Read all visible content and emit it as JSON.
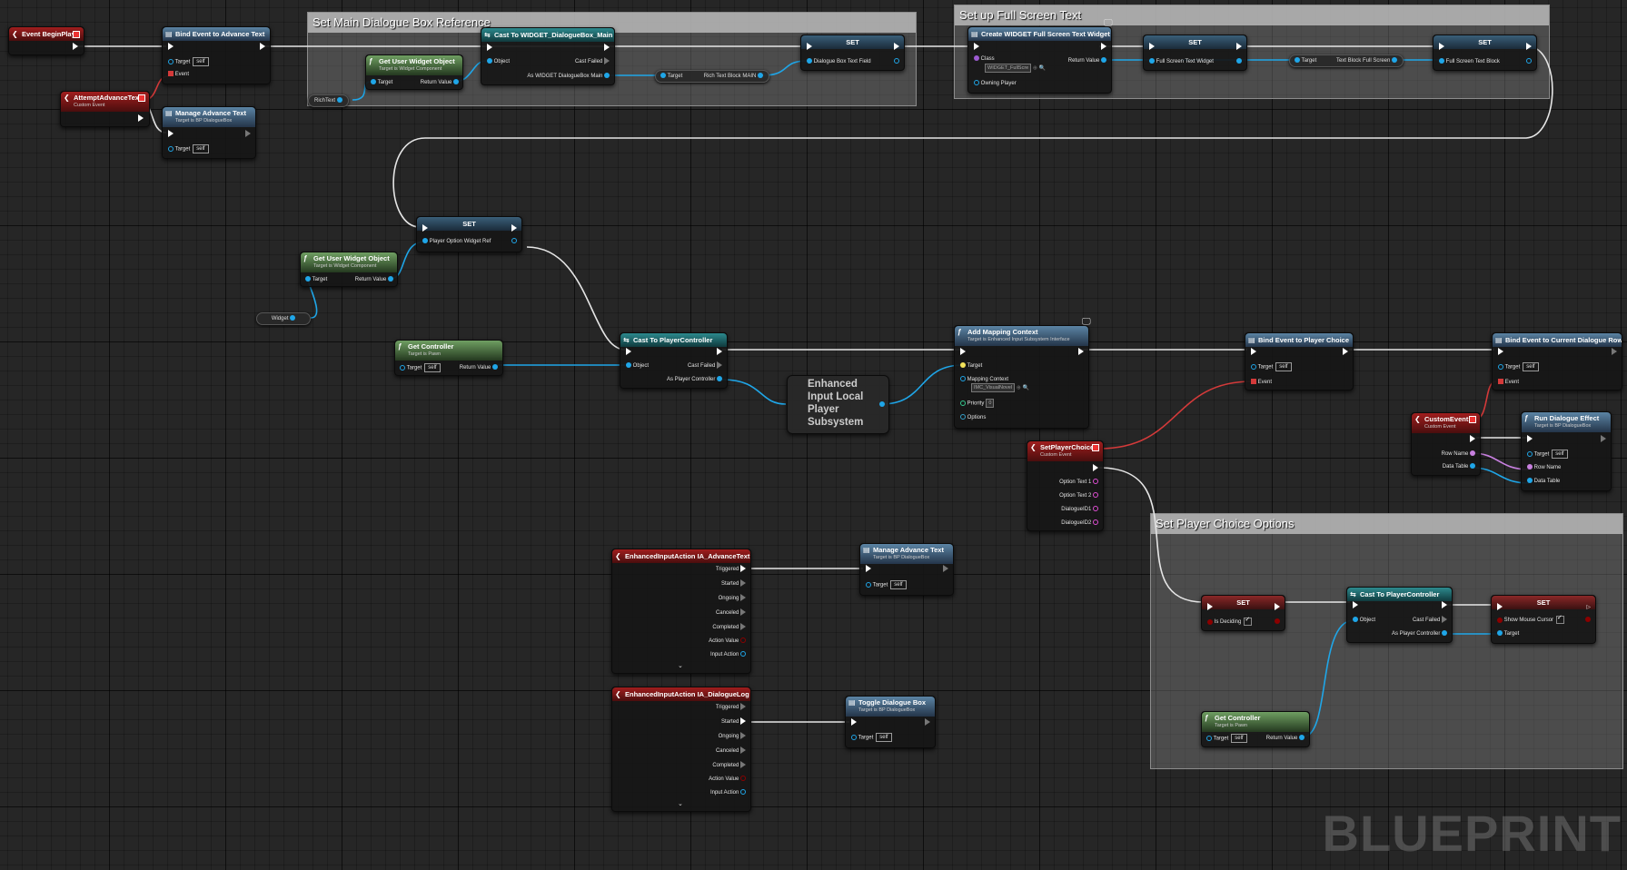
{
  "comments": {
    "main_dialogue": "Set Main Dialogue Box Reference",
    "full_screen": "Set up Full Screen Text",
    "player_choice": "Set Player Choice Options"
  },
  "nodes": {
    "event_begin_play": "Event BeginPlay",
    "bind_advance": {
      "title": "Bind Event to Advance Text",
      "target": "Target",
      "self": "self",
      "event": "Event"
    },
    "attempt_advance": {
      "title": "AttemptAdvanceText",
      "sub": "Custom Event"
    },
    "manage_advance_1": {
      "title": "Manage Advance Text",
      "sub": "Target is BP DialogueBox",
      "target": "Target",
      "self": "self"
    },
    "get_user_widget_1": {
      "title": "Get User Widget Object",
      "sub": "Target is Widget Component",
      "target": "Target",
      "ret": "Return Value"
    },
    "rich_text": "RichText",
    "cast_dialogue_box": {
      "title": "Cast To WIDGET_DialogueBox_Main",
      "object": "Object",
      "cast_failed": "Cast Failed",
      "as": "As WIDGET DialogueBox Main"
    },
    "target_rich": {
      "target": "Target",
      "field": "Rich Text Block MAIN"
    },
    "set_dialogue_field": {
      "title": "SET",
      "field": "Dialogue Box Text Field"
    },
    "create_widget": {
      "title": "Create WIDGET Full Screen Text Widget",
      "class": "Class",
      "class_val": "WIDGET_FullScre",
      "ret": "Return Value",
      "owning": "Owning Player"
    },
    "set_full_screen_widget": {
      "title": "SET",
      "field": "Full Screen Text Widget"
    },
    "target_textblock": {
      "target": "Target",
      "field": "Text Block Full Screen"
    },
    "set_full_screen_block": {
      "title": "SET",
      "field": "Full Screen Text Block"
    },
    "set_player_option": {
      "title": "SET",
      "field": "Player Option Widget Ref"
    },
    "get_user_widget_2": {
      "title": "Get User Widget Object",
      "sub": "Target is Widget Component",
      "target": "Target",
      "ret": "Return Value"
    },
    "widget_ref": "Widget",
    "get_controller_1": {
      "title": "Get Controller",
      "sub": "Target is Pawn",
      "target": "Target",
      "self": "self",
      "ret": "Return Value"
    },
    "cast_pc_1": {
      "title": "Cast To PlayerController",
      "object": "Object",
      "cast_failed": "Cast Failed",
      "as": "As Player Controller"
    },
    "enhanced_subsystem": "Enhanced Input Local Player Subsystem",
    "add_mapping": {
      "title": "Add Mapping Context",
      "sub": "Target is Enhanced Input Subsystem Interface",
      "target": "Target",
      "mapping": "Mapping Context",
      "mapping_val": "IMC_VisualNovel",
      "priority": "Priority",
      "priority_val": "0",
      "options": "Options"
    },
    "bind_player_choice": {
      "title": "Bind Event to Player Choice",
      "target": "Target",
      "self": "self",
      "event": "Event"
    },
    "bind_current_row": {
      "title": "Bind Event to Current Dialogue Row",
      "target": "Target",
      "self": "self",
      "event": "Event"
    },
    "custom_event": {
      "title": "CustomEvent",
      "sub": "Custom Event",
      "row": "Row Name",
      "table": "Data Table"
    },
    "run_dialogue": {
      "title": "Run Dialogue Effect",
      "sub": "Target is BP DialogueBox",
      "target": "Target",
      "self": "self",
      "row": "Row Name",
      "table": "Data Table"
    },
    "set_player_choice": {
      "title": "SetPlayerChoice",
      "sub": "Custom Event",
      "o1": "Option Text 1",
      "o2": "Option Text 2",
      "d1": "DialogueID1",
      "d2": "DialogueID2"
    },
    "ia_advance": {
      "title": "EnhancedInputAction IA_AdvanceText",
      "triggered": "Triggered",
      "started": "Started",
      "ongoing": "Ongoing",
      "canceled": "Canceled",
      "completed": "Completed",
      "action_value": "Action Value",
      "input_action": "Input Action"
    },
    "manage_advance_2": {
      "title": "Manage Advance Text",
      "sub": "Target is BP DialogueBox",
      "target": "Target",
      "self": "self"
    },
    "ia_log": {
      "title": "EnhancedInputAction IA_DialogueLog",
      "triggered": "Triggered",
      "started": "Started",
      "ongoing": "Ongoing",
      "canceled": "Canceled",
      "completed": "Completed",
      "action_value": "Action Value",
      "input_action": "Input Action"
    },
    "toggle_box": {
      "title": "Toggle Dialogue Box",
      "sub": "Target is BP DialogueBox",
      "target": "Target",
      "self": "self"
    },
    "set_deciding": {
      "title": "SET",
      "field": "Is Deciding"
    },
    "cast_pc_2": {
      "title": "Cast To PlayerController",
      "object": "Object",
      "cast_failed": "Cast Failed",
      "as": "As Player Controller"
    },
    "set_cursor": {
      "title": "SET",
      "field": "Show Mouse Cursor",
      "target": "Target"
    },
    "get_controller_2": {
      "title": "Get Controller",
      "sub": "Target is Pawn",
      "target": "Target",
      "self": "self",
      "ret": "Return Value"
    }
  },
  "watermark": "BLUEPRINT",
  "colors": {
    "exec": "#ffffff",
    "object": "#1fa6e8",
    "delegate": "#d43a3a",
    "name": "#e04fd5",
    "data_table": "#1fa6e8"
  }
}
